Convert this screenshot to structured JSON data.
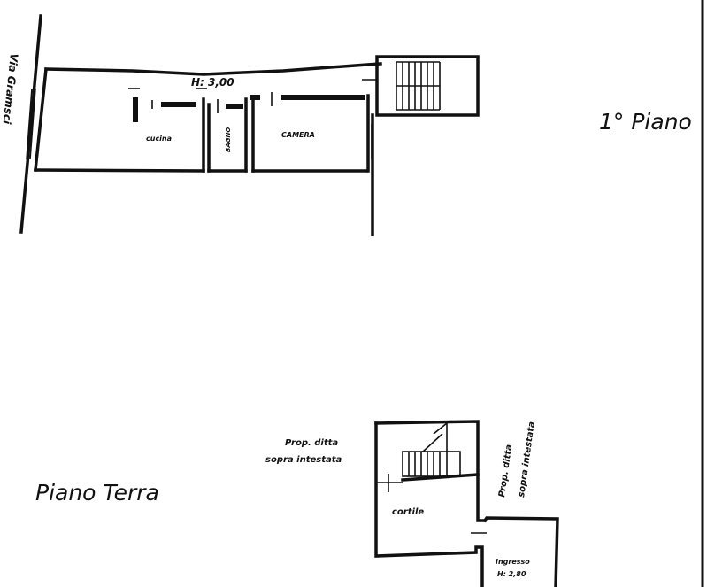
{
  "street_label": "Via Gramsci",
  "first_floor": {
    "title": "1° Piano",
    "height_label": "H: 3,00",
    "rooms": [
      "cucina",
      "BAGNO",
      "CAMERA"
    ]
  },
  "ground_floor": {
    "title": "Piano Terra",
    "neighbor_left": [
      "Prop. ditta",
      "sopra intestata"
    ],
    "neighbor_right": [
      "Prop. ditta",
      "sopra intestata"
    ],
    "rooms": [
      "cortile",
      "Ingresso"
    ],
    "height_label": "H: 2,80"
  }
}
